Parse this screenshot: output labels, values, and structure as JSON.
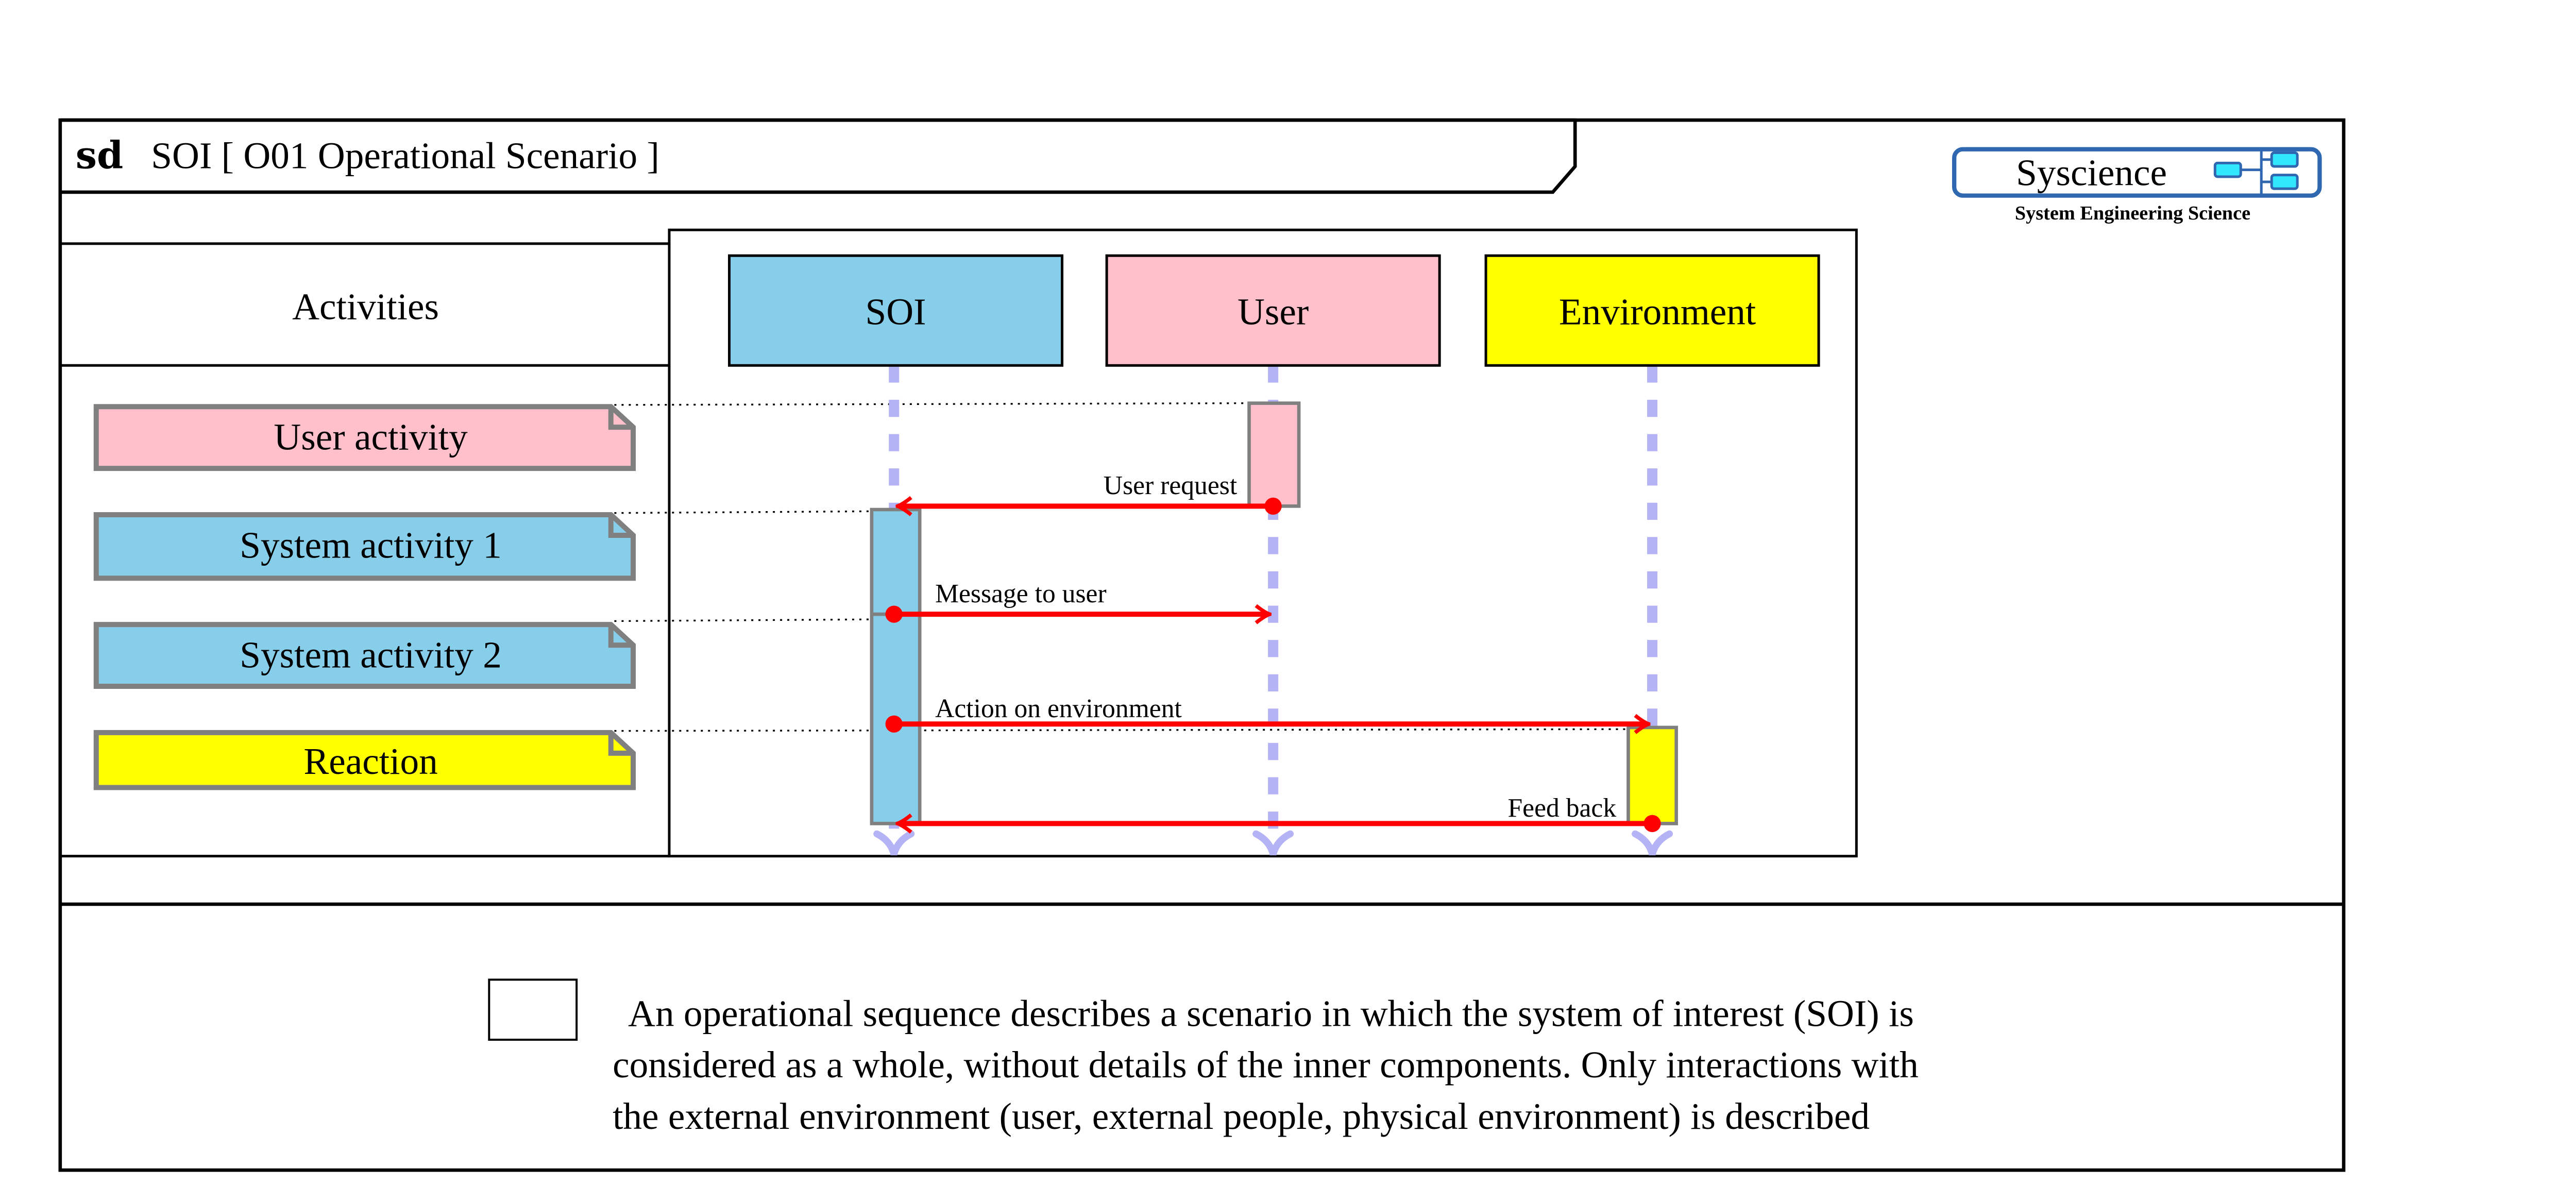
{
  "frame": {
    "keyword": "sd",
    "title": "SOI [ O01 Operational Scenario ]"
  },
  "logo": {
    "name": "Syscience",
    "tagline": "System Engineering Science",
    "colors": {
      "border": "#2f67b1",
      "block": "#33e6ff"
    }
  },
  "activities": {
    "header": "Activities",
    "items": [
      {
        "label": "User activity",
        "color": "#ffc0cb"
      },
      {
        "label": "System activity 1",
        "color": "#87ceeb"
      },
      {
        "label": "System activity 2",
        "color": "#87ceeb"
      },
      {
        "label": "Reaction",
        "color": "#ffff00"
      }
    ]
  },
  "lifelines": [
    {
      "label": "SOI",
      "color": "#87ceeb"
    },
    {
      "label": "User",
      "color": "#ffc0cb"
    },
    {
      "label": "Environment",
      "color": "#ffff00"
    }
  ],
  "messages": [
    {
      "label": "User request",
      "from": "User",
      "to": "SOI"
    },
    {
      "label": "Message to user",
      "from": "SOI",
      "to": "User"
    },
    {
      "label": "Action on environment",
      "from": "SOI",
      "to": "Environment"
    },
    {
      "label": "Feed back",
      "from": "Environment",
      "to": "SOI"
    }
  ],
  "colors": {
    "message": "#ff0000",
    "lifeline": "#b3b3f5",
    "note_border": "#808080"
  },
  "description": {
    "lines": [
      "An operational sequence describes a scenario in which the system of interest (SOI) is",
      "considered as a whole, without details of the inner components. Only interactions with",
      "the external environment (user, external people, physical environment) is described"
    ]
  }
}
